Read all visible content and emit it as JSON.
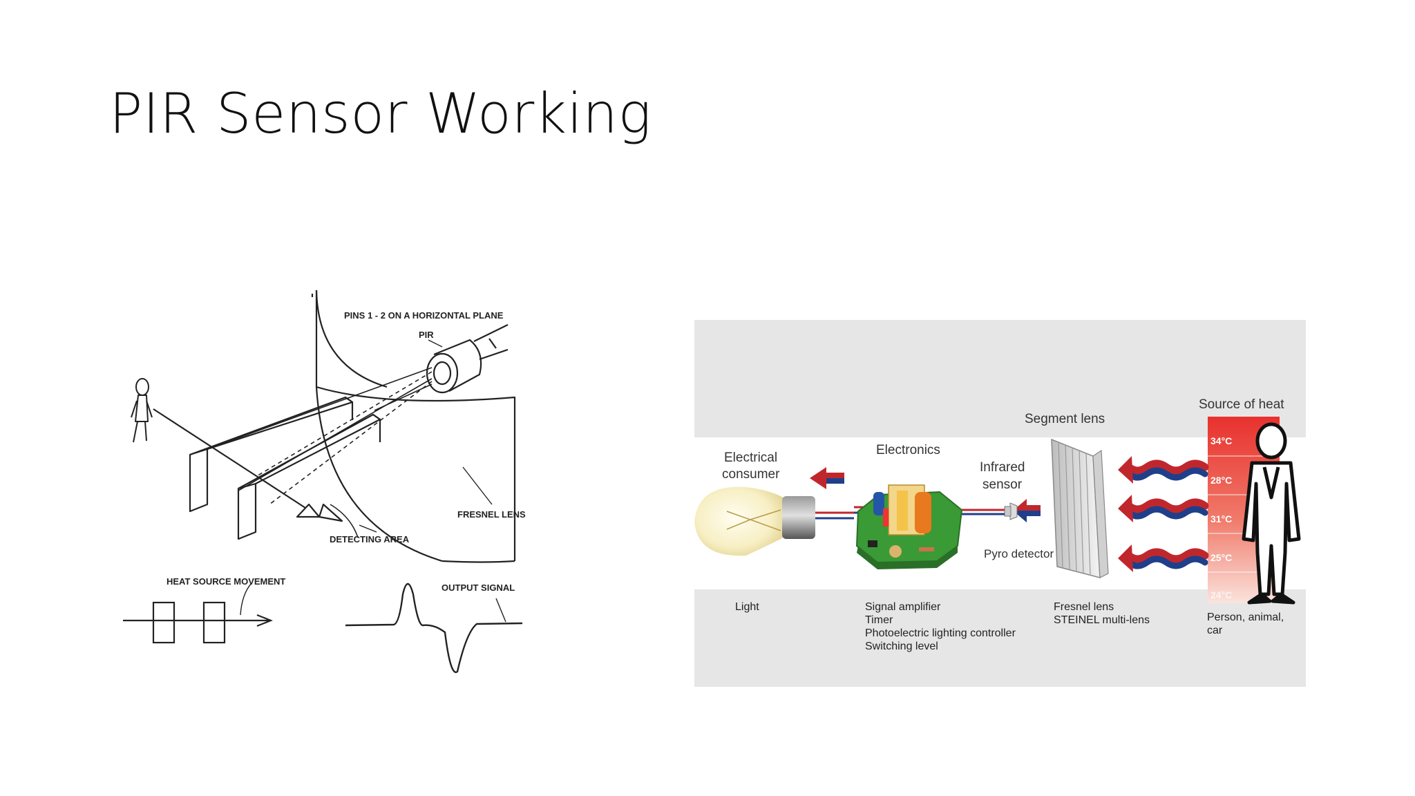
{
  "slide": {
    "title": "PIR Sensor Working"
  },
  "left_diagram": {
    "pins_label": "PINS 1 - 2 ON A HORIZONTAL PLANE",
    "pir_label": "PIR",
    "fresnel_label": "FRESNEL LENS",
    "detecting_label": "DETECTING AREA",
    "heat_label": "HEAT SOURCE MOVEMENT",
    "output_label": "OUTPUT SIGNAL"
  },
  "right_diagram": {
    "colors": {
      "panel": "#e8e8e8",
      "band": "#ffffff",
      "heat_dark": "#e8312e",
      "heat_light": "#f9d3cc",
      "arrow_red": "#c0272d",
      "arrow_blue": "#1f3f8a",
      "pcb": "#3a9a36"
    },
    "electrical_consumer": [
      "Electrical",
      "consumer"
    ],
    "electronics": "Electronics",
    "infrared_sensor": [
      "Infrared",
      "sensor"
    ],
    "segment_lens": "Segment lens",
    "source_of_heat": "Source of heat",
    "pyro_detector": "Pyro detector",
    "temps": [
      "34°C",
      "28°C",
      "31°C",
      "25°C",
      "24°C"
    ],
    "light": "Light",
    "electronics_list": [
      "Signal amplifier",
      "Timer",
      "Photoelectric lighting controller",
      "Switching level"
    ],
    "lens_list": [
      "Fresnel lens",
      "STEINEL multi-lens"
    ],
    "source_list": [
      "Person, animal,",
      "car"
    ]
  }
}
